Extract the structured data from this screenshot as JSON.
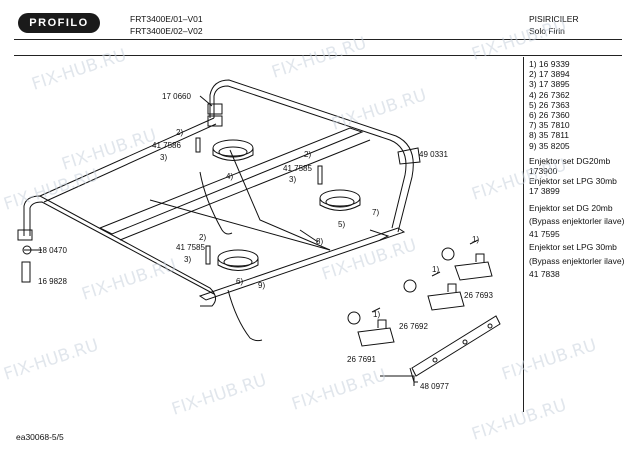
{
  "header": {
    "brand": "PROFILO",
    "model_line_1": "FRT3400E/01–V01",
    "model_line_2": "FRT3400E/02–V02",
    "category": "PISIRICILER",
    "subtitle": "Solo Firin"
  },
  "parts_list": [
    "1) 16 9339",
    "2) 17 3894",
    "3) 17 3895",
    "4) 26 7362",
    "5) 26 7363",
    "6) 26 7360",
    "7) 35 7810",
    "8) 35 7811",
    "9) 35 8205"
  ],
  "notes": [
    "Enjektor set DG20mb",
    "173900",
    "Enjektor set LPG 30mb",
    "17 3899",
    "Enjektor set DG 20mb",
    "(Bypass enjektorler ilave)",
    "41 7595",
    "Enjektor set LPG 30mb",
    "(Bypass enjektorler ilave)",
    "41 7838"
  ],
  "diagram_labels": {
    "l_170660": "17 0660",
    "l_2a": "2)",
    "l_417586": "41 7586",
    "l_3a": "3)",
    "l_4a": "4)",
    "l_2b": "2)",
    "l_417585a": "41 7585",
    "l_3b": "3)",
    "l_490331": "49 0331",
    "l_5": "5)",
    "l_7": "7)",
    "l_2c": "2)",
    "l_417585b": "41 7585",
    "l_3c": "3)",
    "l_6": "6)",
    "l_9": "9)",
    "l_8": "8)",
    "l_180470": "18 0470",
    "l_169828": "16 9828",
    "l_1a": "1)",
    "l_1b": "1)",
    "l_1c": "1)",
    "l_267693": "26 7693",
    "l_267692": "26 7692",
    "l_267691": "26 7691",
    "l_480977": "48 0977"
  },
  "footer": {
    "code": "ea30068-5/5"
  },
  "watermark": {
    "text": "FIX-HUB.RU"
  }
}
